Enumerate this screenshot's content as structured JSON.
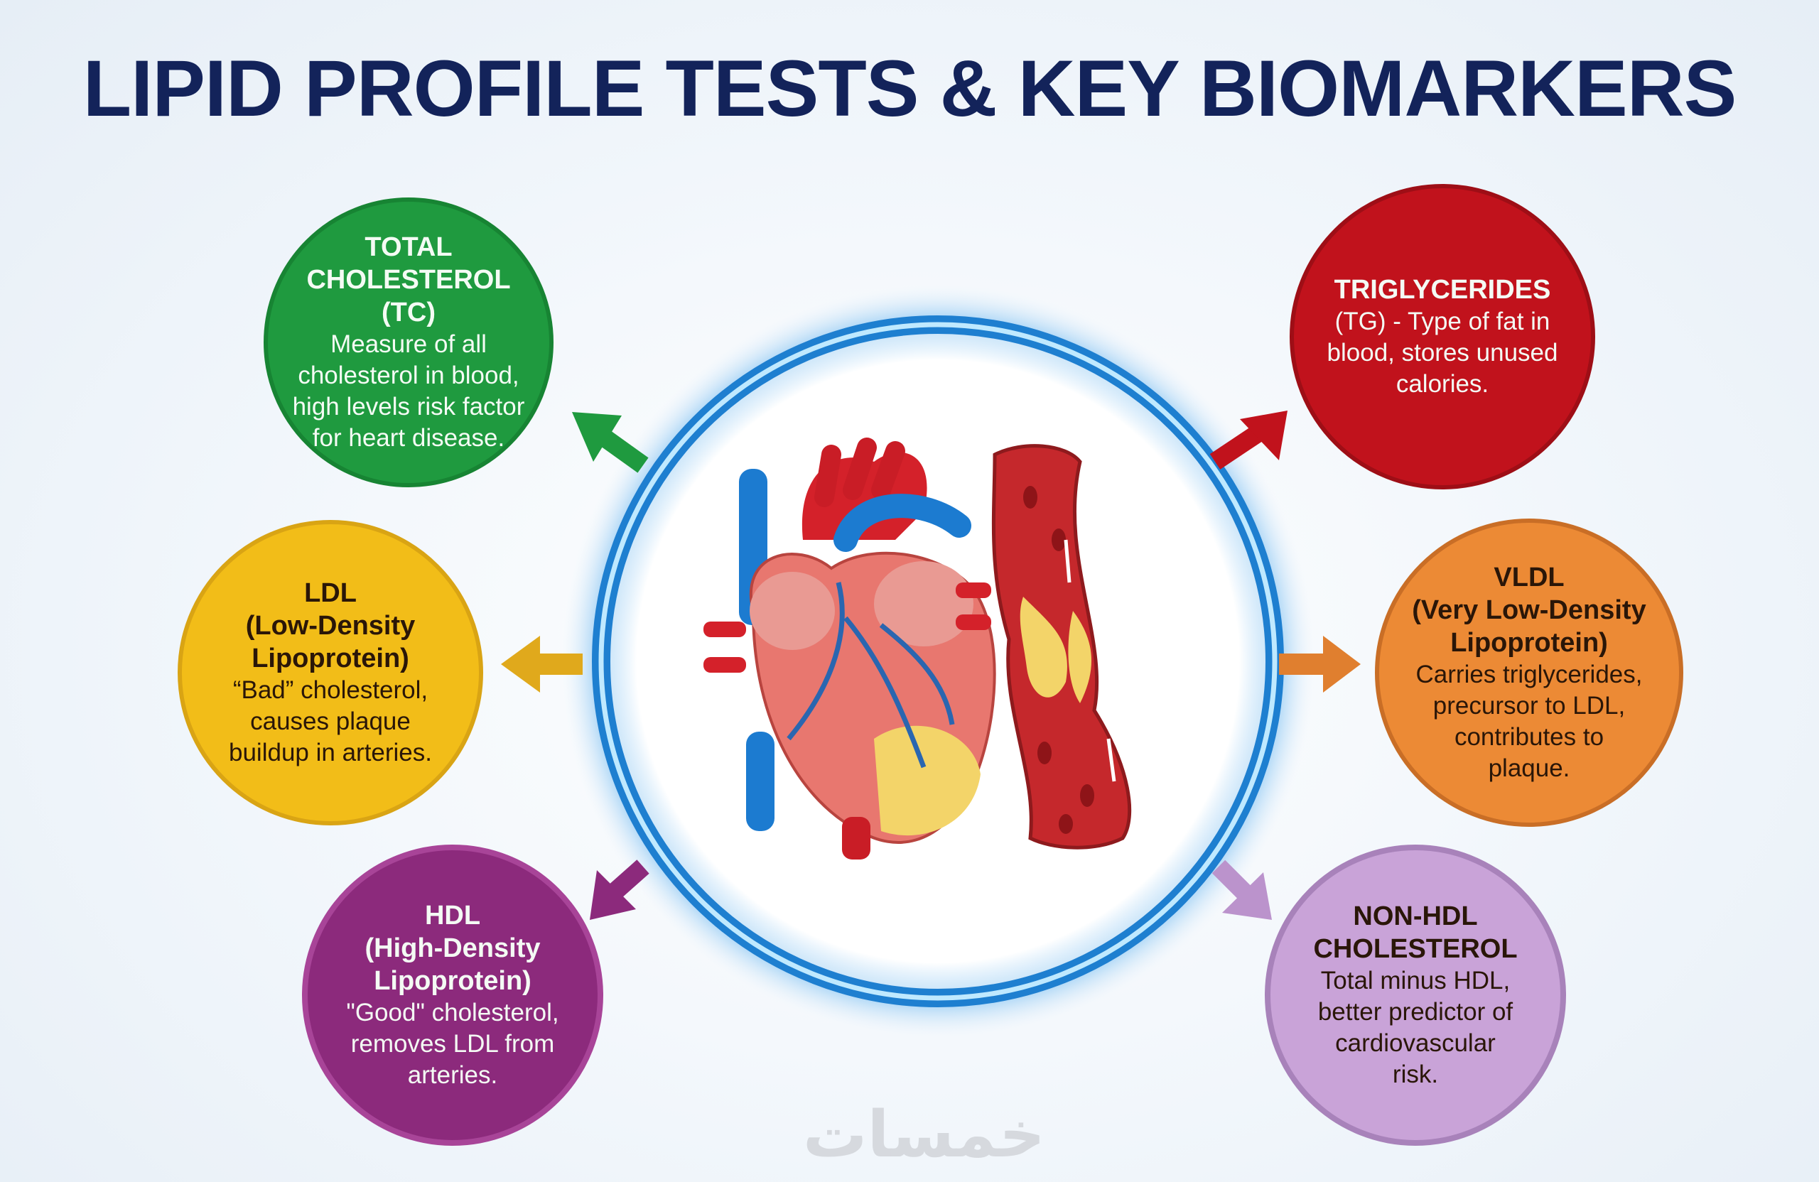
{
  "title": "LIPID PROFILE TESTS & KEY BIOMARKERS",
  "colors": {
    "title": "#13235a",
    "total_cholesterol": "#1f9a3f",
    "triglycerides": "#c1121c",
    "ldl": "#f2bd18",
    "vldl": "#ec8a35",
    "hdl": "#8c2a7c",
    "non_hdl": "#c9a3d8",
    "ring": "#1e7fd0"
  },
  "biomarkers": [
    {
      "id": "tc",
      "title_lines": [
        "TOTAL",
        "CHOLESTEROL (TC)"
      ],
      "desc_lines": [
        "Measure of all",
        "cholesterol in blood,",
        "high levels risk factor",
        "for heart disease."
      ]
    },
    {
      "id": "tg",
      "title_lines": [
        "TRIGLYCERIDES"
      ],
      "desc_lines": [
        "(TG) - Type of fat in",
        "blood, stores unused",
        "calories."
      ]
    },
    {
      "id": "ldl",
      "title_lines": [
        "LDL",
        "(Low-Density",
        "Lipoprotein)"
      ],
      "desc_lines": [
        "“Bad” cholesterol,",
        "causes plaque",
        "buildup in arteries."
      ]
    },
    {
      "id": "vldl",
      "title_lines": [
        "VLDL",
        "(Very Low-Density",
        "Lipoprotein)"
      ],
      "desc_lines": [
        "Carries triglycerides,",
        "precursor to LDL,",
        "contributes to",
        "plaque."
      ]
    },
    {
      "id": "hdl",
      "title_lines": [
        "HDL",
        "(High-Density",
        "Lipoprotein)"
      ],
      "desc_lines": [
        "\"Good\" cholesterol,",
        "removes LDL from",
        "arteries."
      ]
    },
    {
      "id": "nonhdl",
      "title_lines": [
        "NON-HDL",
        "CHOLESTEROL"
      ],
      "desc_lines": [
        "Total minus HDL,",
        "better predictor of",
        "cardiovascular",
        "risk."
      ]
    }
  ],
  "center_icons": [
    "heart-icon",
    "artery-plaque-icon"
  ],
  "watermark": "خمسات"
}
